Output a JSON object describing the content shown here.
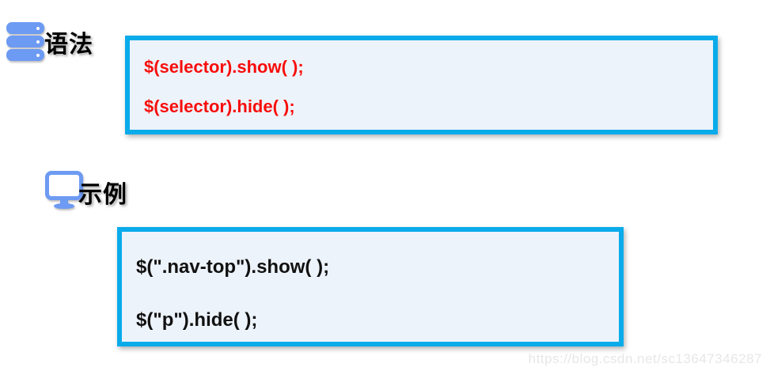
{
  "page": {
    "background": "#ffffff"
  },
  "colors": {
    "box_border": "#0aabea",
    "box_bg": "#edf3fb",
    "icon_blue": "#6d9af3",
    "syntax_code": "#f80d0a",
    "example_code": "#111111",
    "watermark": "#e7e7e7"
  },
  "sections": [
    {
      "title": "语法",
      "icon": "database-icon",
      "code_lines": [
        "$(selector).show( );",
        "$(selector).hide( );"
      ]
    },
    {
      "title": "示例",
      "icon": "monitor-icon",
      "code_lines": [
        "$(\".nav-top\").show( );",
        "$(\"p\").hide( );"
      ]
    }
  ],
  "watermark": {
    "text": "https://blog.csdn.net/sc13647346287"
  }
}
